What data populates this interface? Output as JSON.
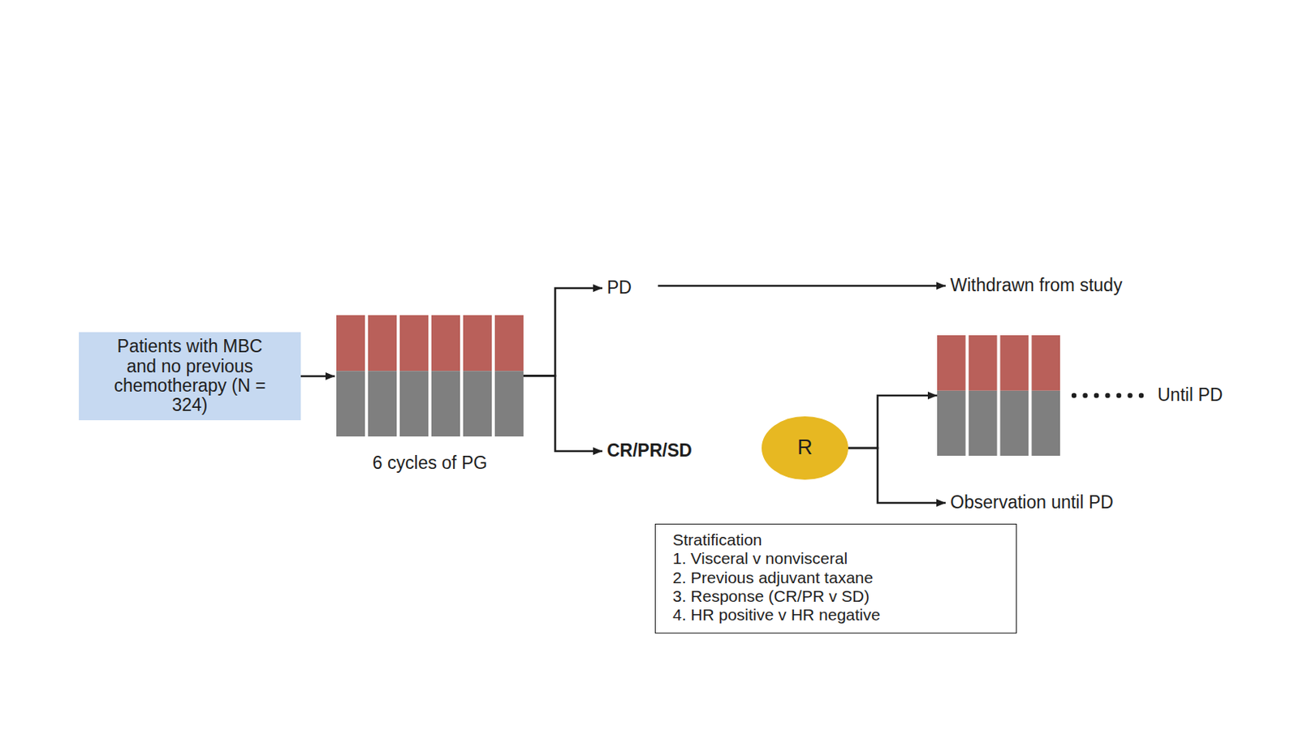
{
  "diagram": {
    "nodes": [
      {
        "text": [
          "Patients with MBC and no previous chemotherapy (N = 324)"
        ]
      },
      {
        "text": [
          "6 cycles of PG"
        ]
      },
      {
        "text": [
          "PD"
        ]
      },
      {
        "text": [
          "Withdrawn from study"
        ]
      },
      {
        "text": [
          "CR/PR/SD"
        ]
      },
      {
        "text": [
          "R"
        ]
      },
      {
        "text": [
          "Until PD"
        ]
      },
      {
        "text": [
          "Observation until PD"
        ]
      },
      {
        "text": [
          "Stratification",
          "1. Visceral v nonvisceral",
          "2. Previous adjuvant taxane",
          "3. Response (CR/PR v SD)",
          "4. HR positive v HR negative"
        ]
      }
    ],
    "edges": [
      {
        "from": 0,
        "to": 1,
        "arrow": "to"
      },
      {
        "from": 1,
        "to": 2,
        "arrow": "to"
      },
      {
        "from": 1,
        "to": 4,
        "arrow": "to"
      },
      {
        "from": 2,
        "to": 3,
        "arrow": "to"
      },
      {
        "from": 5,
        "to": 6,
        "arrow": "to"
      },
      {
        "from": 5,
        "to": 7,
        "arrow": "to"
      }
    ]
  }
}
